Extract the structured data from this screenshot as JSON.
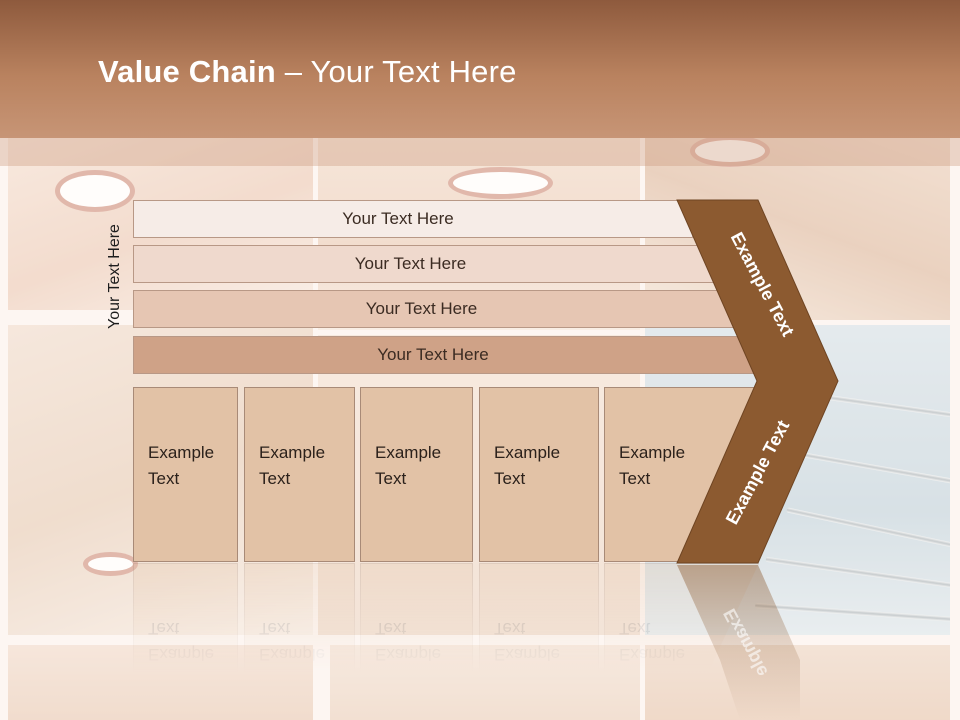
{
  "slide": {
    "title_bold": "Value Chain",
    "title_rest": " – Your Text Here"
  },
  "vertical_label": "Your Text Here",
  "bars": [
    {
      "label": "Your Text Here"
    },
    {
      "label": "Your Text Here"
    },
    {
      "label": "Your Text Here"
    },
    {
      "label": "Your Text Here"
    }
  ],
  "boxes": [
    {
      "line1": "Example",
      "line2": "Text"
    },
    {
      "line1": "Example",
      "line2": "Text"
    },
    {
      "line1": "Example",
      "line2": "Text"
    },
    {
      "line1": "Example",
      "line2": "Text"
    },
    {
      "line1": "Example",
      "line2": "Text"
    }
  ],
  "chevron": {
    "upper_label": "Example Text",
    "lower_label": "Example Text",
    "reflection_label": "Example",
    "color": "#8c5a30"
  },
  "theme": {
    "header_color": "#b9825f",
    "bar_colors": [
      "#f6ece7",
      "#efd9cd",
      "#e6c6b3",
      "#cfa287"
    ],
    "box_color": "#e2c2a6"
  }
}
